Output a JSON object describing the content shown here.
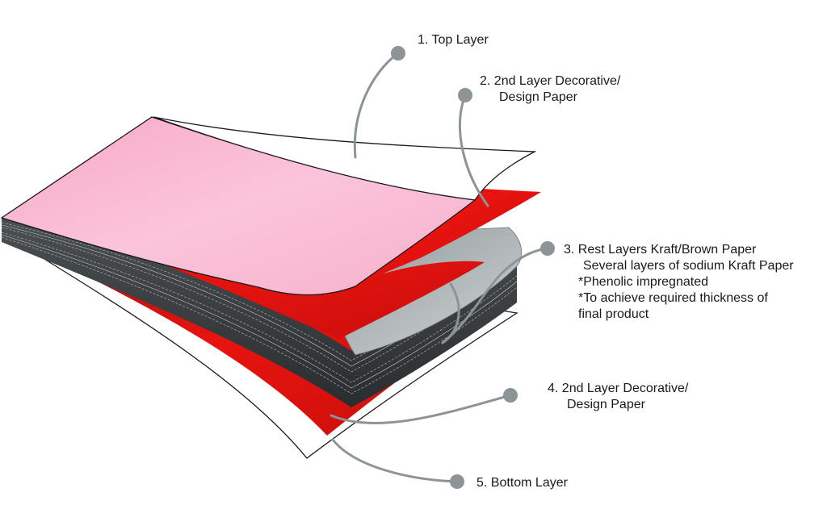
{
  "labels": {
    "top_layer": "1. Top Layer",
    "second_layer_top": {
      "line1": "2. 2nd Layer Decorative/",
      "line2": "Design Paper"
    },
    "rest_layers": {
      "line1": "3. Rest Layers Kraft/Brown Paper",
      "line2": "Several layers of sodium Kraft Paper",
      "line3": "*Phenolic impregnated",
      "line4": "*To achieve required thickness of",
      "line5": "final product"
    },
    "second_layer_bottom": {
      "line1": "4. 2nd Layer Decorative/",
      "line2": "Design Paper"
    },
    "bottom_layer": "5. Bottom Layer"
  },
  "colors": {
    "pink": "#f9b8d2",
    "red": "#e8130f",
    "kraft_dark": "#3b3f42",
    "kraft_light": "#b9c1c2",
    "leader": "#8c9496",
    "outline": "#1a1a1a"
  }
}
